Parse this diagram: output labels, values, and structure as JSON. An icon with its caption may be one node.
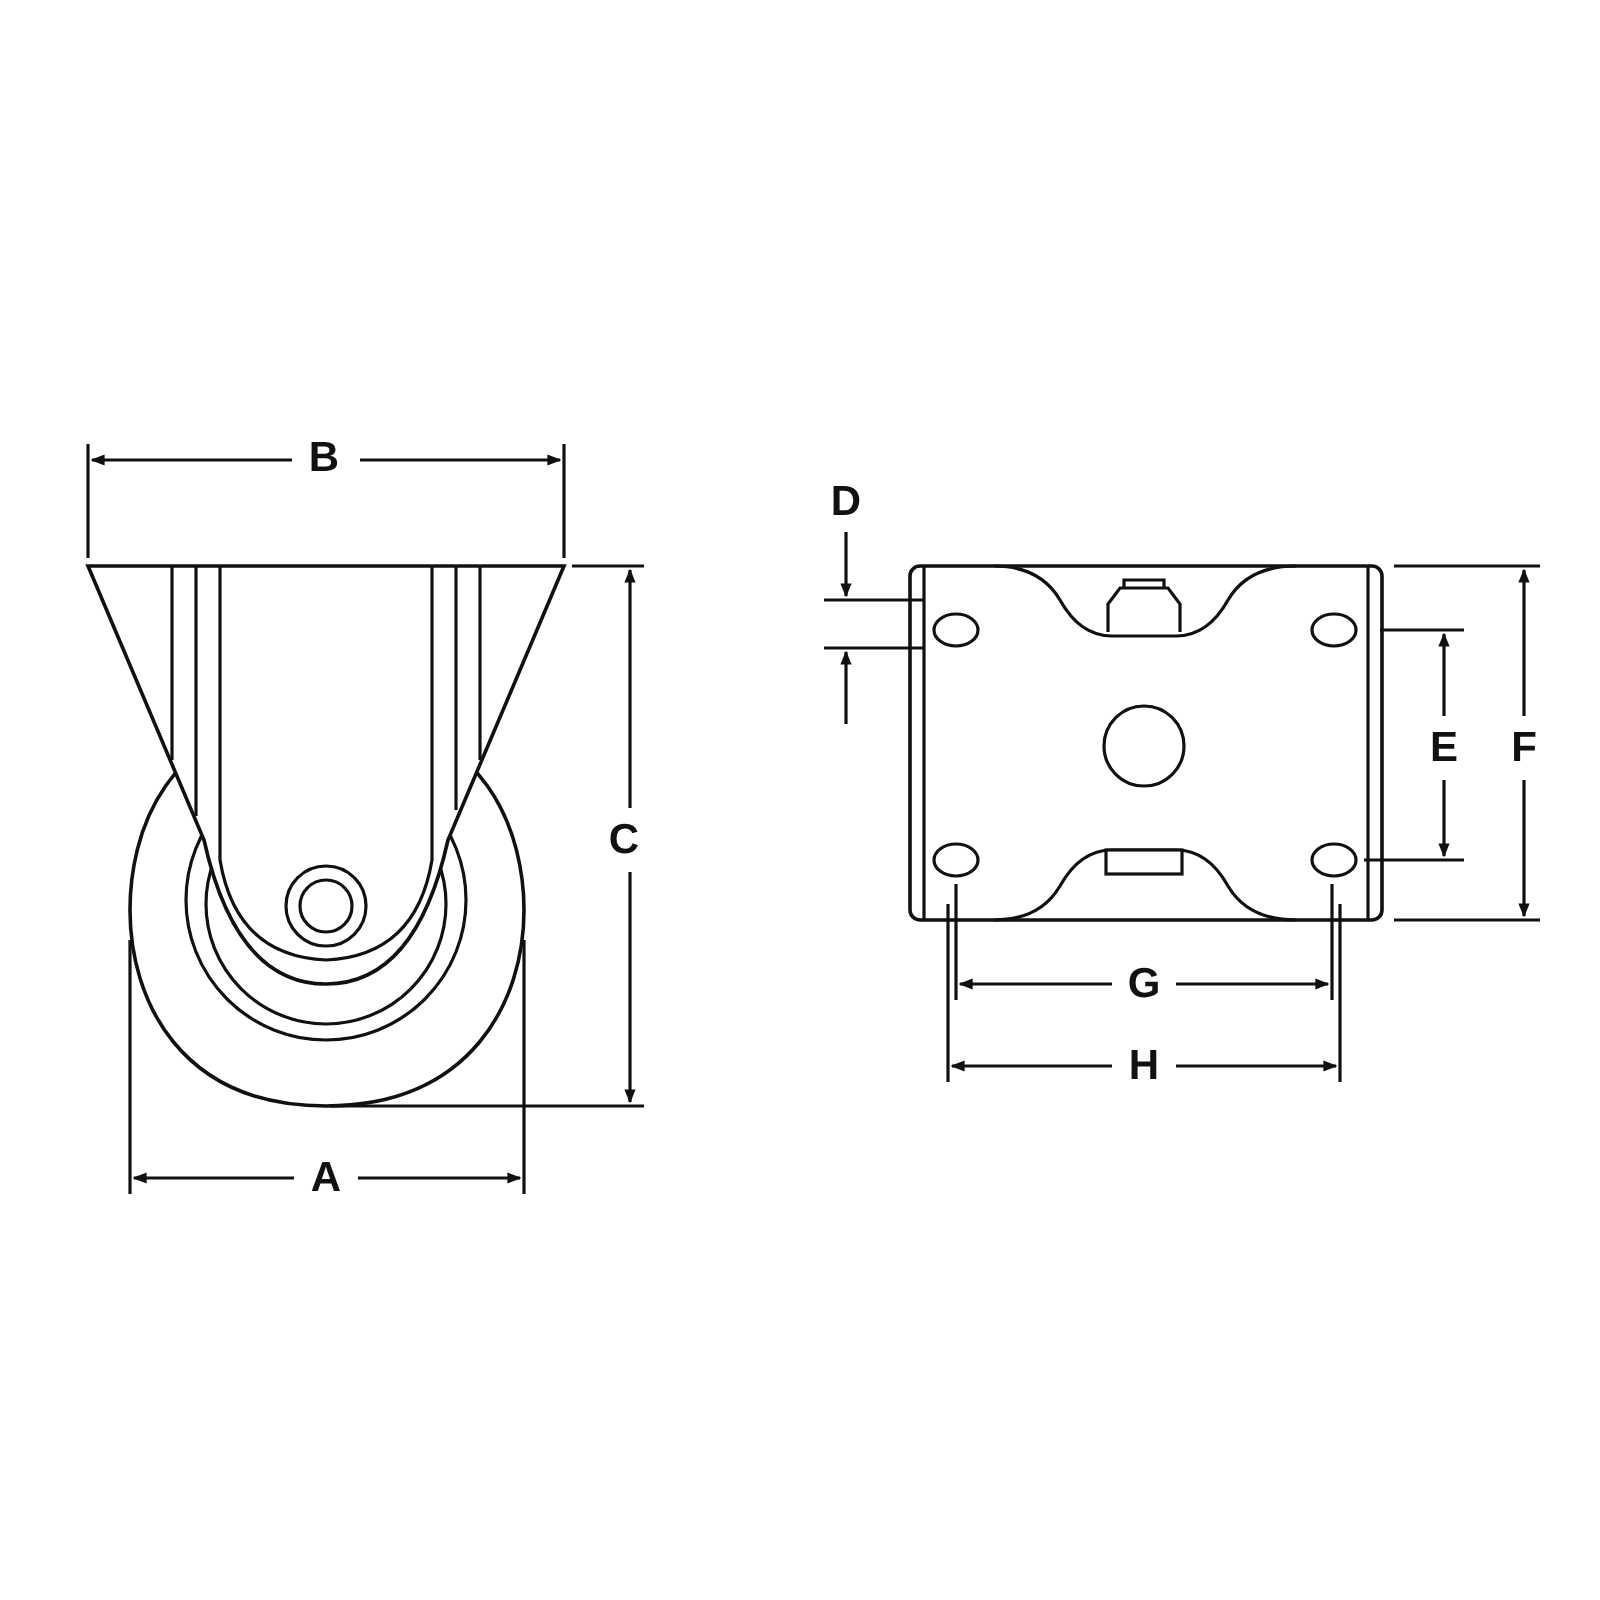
{
  "diagram": {
    "labels": [
      "B",
      "D",
      "E",
      "F",
      "C",
      "G",
      "H",
      "A"
    ]
  }
}
